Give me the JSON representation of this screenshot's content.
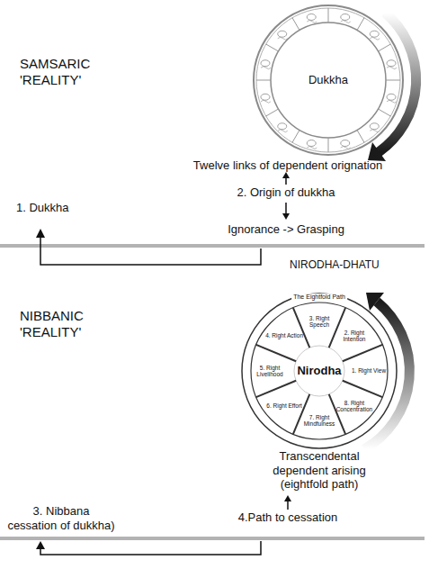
{
  "diagram": {
    "nodes": [
      {
        "text": [
          "Dukkha"
        ]
      },
      {
        "text": [
          "Nirodha",
          "The Eightfold Path",
          "1. Right View",
          "2. Right Intention",
          "3. Right Speech",
          "4. Right Action",
          "5. Right Livelihood",
          "6. Right Effort",
          "7. Right Mindfulness",
          "8. Right Concentration"
        ]
      }
    ],
    "labels": [
      "SAMSARIC 'REALITY'",
      "Twelve links of dependent orignation",
      "2. Origin of dukkha",
      "1. Dukkha",
      "Ignorance -> Grasping",
      "NIRODHA-DHATU",
      "NIBBANIC 'REALITY'",
      "Transcendental dependent arising (eightfold path)",
      "4.Path to cessation",
      "3. Nibbana cessation of dukkha)"
    ]
  }
}
